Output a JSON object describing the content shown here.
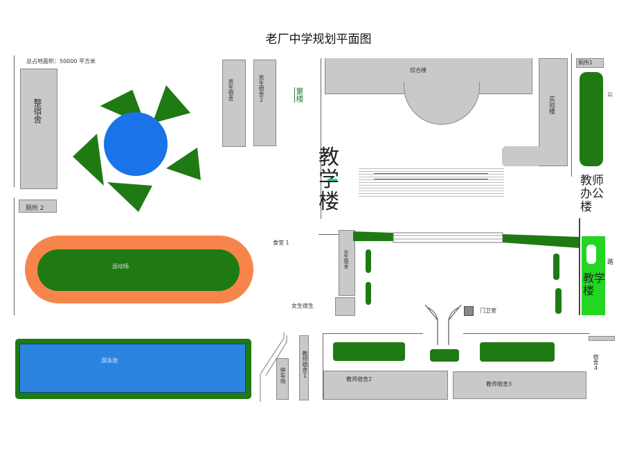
{
  "title": "老厂中学规划平面图",
  "labels": {
    "total_area": "总占地面积：50000 平方米",
    "dorm_left": "整宿舍",
    "toilet2": "厕所 2",
    "boys_dorm": "男生宿舍",
    "boys_dorm2": "男生宿舍2",
    "building_mark": "筻楼",
    "canteen1": "食堂 1",
    "track": "运动场",
    "girls_dorm_label": "女生宿生",
    "pool": "游泳池",
    "parking": "停车场",
    "teacher_dorm1": "教师宿舍1",
    "general_building": "综合楼",
    "lab_building": "实验楼",
    "toilet1": "厕所1",
    "office_building": "教师办公楼",
    "teaching_building": "教学楼",
    "girls_dorm": "女生宿舍",
    "gate_room": "门卫室",
    "road": "路",
    "teaching_building2": "教学楼",
    "side_mark": "公",
    "teacher_dorm2": "教师宿舍2",
    "teacher_dorm3": "教师宿舍3",
    "dorm4": "宿舍4"
  },
  "colors": {
    "green": "#1f7a14",
    "bright_green": "#22d622",
    "blue": "#1a73e8",
    "pool_blue": "#2b84e0",
    "track_orange": "#f7854b",
    "building_gray": "#c9c9c9"
  }
}
